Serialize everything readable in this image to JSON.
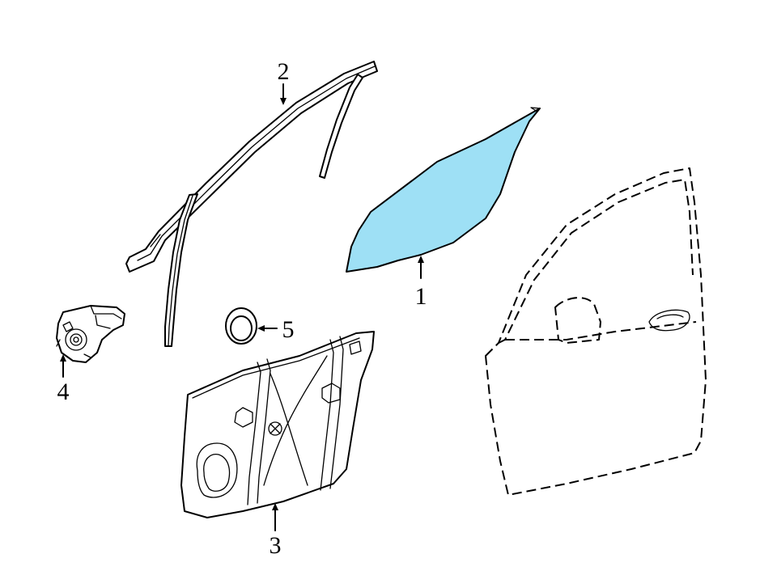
{
  "diagram": {
    "glass_color": "#9ee0f5",
    "callouts": [
      {
        "id": "1",
        "text": "1"
      },
      {
        "id": "2",
        "text": "2"
      },
      {
        "id": "3",
        "text": "3"
      },
      {
        "id": "4",
        "text": "4"
      },
      {
        "id": "5",
        "text": "5"
      }
    ]
  }
}
